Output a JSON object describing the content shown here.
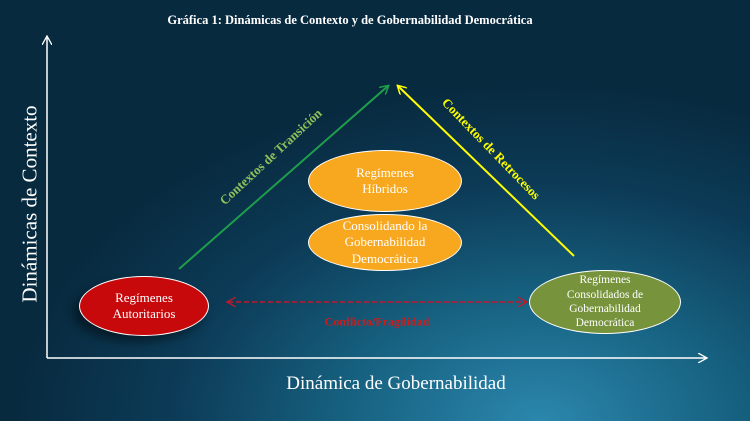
{
  "title": "Gráfica 1:  Dinámicas de Contexto y de Gobernabilidad Democrática",
  "axes": {
    "y_label": "Dinámicas de Contexto",
    "x_label": "Dinámica de Gobernabilidad"
  },
  "nodes": {
    "autoritarios": "Regímenes Autoritarios",
    "hibridos": "Regímenes Híbridos",
    "consolidando": "Consolidando la Gobernabilidad Democrática",
    "consolidados": "Regímenes Consolidados de Gobernabilidad Democrática"
  },
  "arrows": {
    "transicion": "Contextos de Transición",
    "retrocesos": "Contextos de Retrocesos",
    "conflicto": "Conflicto/Fragilidad"
  },
  "colors": {
    "autoritarios": "#c8090c",
    "hibridos": "#f8a81f",
    "consolidados": "#77933c",
    "transicion_arrow": "#1e9e4a",
    "retrocesos_arrow": "#ffff00",
    "conflicto_arrow": "#c0192a"
  }
}
